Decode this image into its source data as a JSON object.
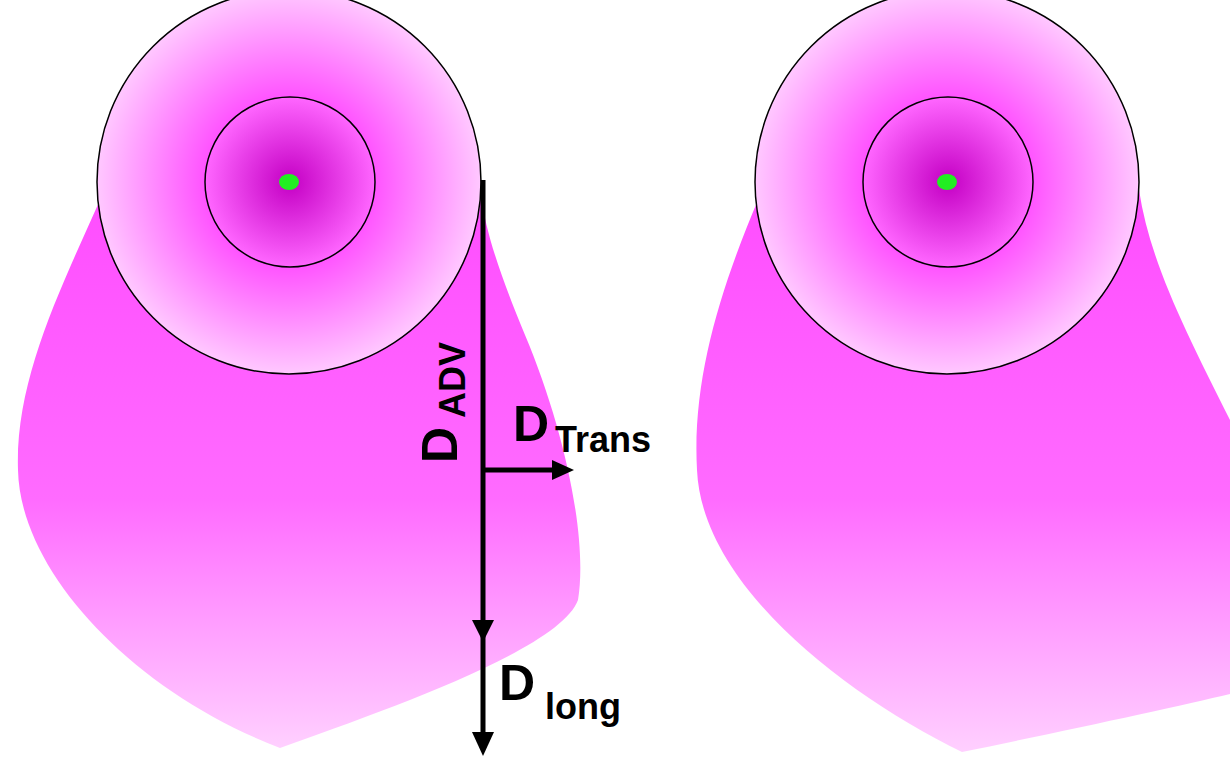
{
  "diagram": {
    "labels": [
      "D",
      "ADV",
      "D",
      "Trans",
      "D",
      "long"
    ]
  }
}
